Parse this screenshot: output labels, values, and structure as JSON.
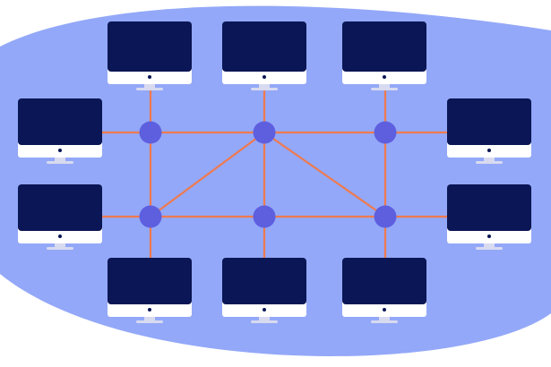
{
  "colors": {
    "background": "#ffffff",
    "cloud": "#93a8f8",
    "link": "#ef7a4f",
    "hub": "#5d5fdf",
    "screen": "#0a1655",
    "bezel": "#ffffff",
    "stand": "#d8daf0",
    "power_light": "#0a1655"
  },
  "diagram": {
    "kind": "mesh-network",
    "hubs": [
      {
        "id": "hub-top-left"
      },
      {
        "id": "hub-top-center"
      },
      {
        "id": "hub-top-right"
      },
      {
        "id": "hub-bottom-left"
      },
      {
        "id": "hub-bottom-center"
      },
      {
        "id": "hub-bottom-right"
      }
    ],
    "computers": [
      {
        "id": "computer-top-1",
        "connects_to": "hub-top-left"
      },
      {
        "id": "computer-top-2",
        "connects_to": "hub-top-center"
      },
      {
        "id": "computer-top-3",
        "connects_to": "hub-top-right"
      },
      {
        "id": "computer-left-1",
        "connects_to": "hub-top-left"
      },
      {
        "id": "computer-left-2",
        "connects_to": "hub-bottom-left"
      },
      {
        "id": "computer-right-1",
        "connects_to": "hub-top-right"
      },
      {
        "id": "computer-right-2",
        "connects_to": "hub-bottom-right"
      },
      {
        "id": "computer-bottom-1",
        "connects_to": "hub-bottom-left"
      },
      {
        "id": "computer-bottom-2",
        "connects_to": "hub-bottom-center"
      },
      {
        "id": "computer-bottom-3",
        "connects_to": "hub-bottom-right"
      }
    ],
    "links": [
      [
        "hub-top-left",
        "hub-top-center"
      ],
      [
        "hub-top-center",
        "hub-top-right"
      ],
      [
        "hub-bottom-left",
        "hub-bottom-center"
      ],
      [
        "hub-bottom-center",
        "hub-bottom-right"
      ],
      [
        "hub-top-left",
        "hub-bottom-left"
      ],
      [
        "hub-top-center",
        "hub-bottom-left"
      ],
      [
        "hub-top-center",
        "hub-bottom-center"
      ],
      [
        "hub-top-center",
        "hub-bottom-right"
      ],
      [
        "hub-top-right",
        "hub-bottom-right"
      ]
    ]
  }
}
